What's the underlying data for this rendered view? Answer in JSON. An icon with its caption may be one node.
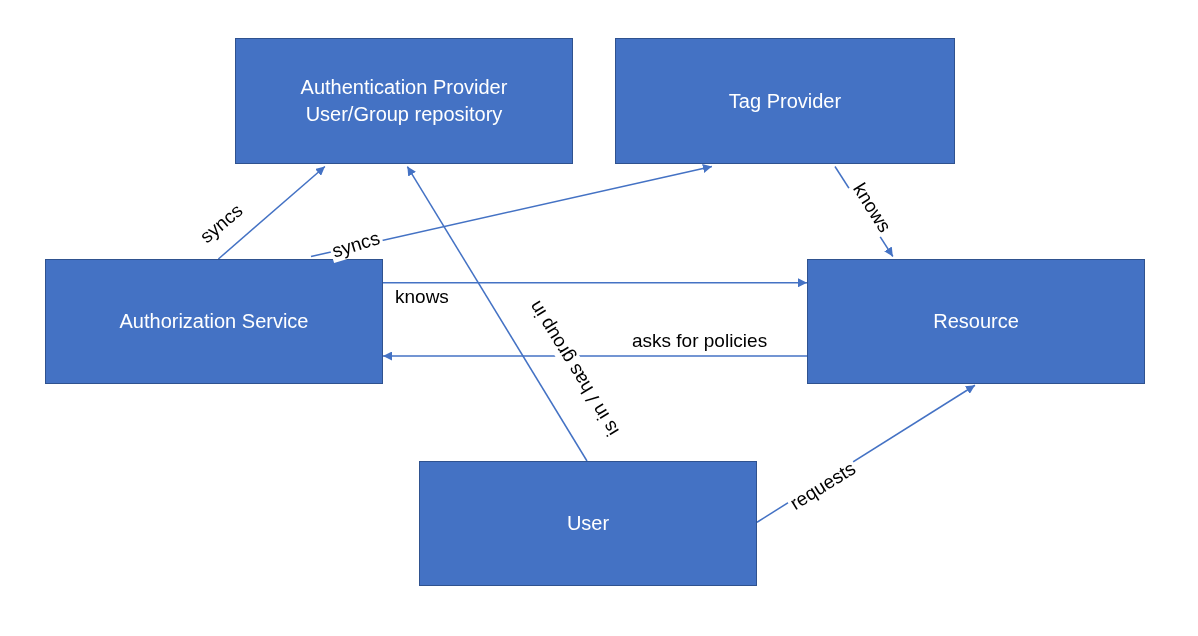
{
  "diagram": {
    "nodes": [
      {
        "text": [
          "Authentication Provider User/Group repository"
        ]
      },
      {
        "text": [
          "Tag Provider"
        ]
      },
      {
        "text": [
          "Authorization Service"
        ]
      },
      {
        "text": [
          "Resource"
        ]
      },
      {
        "text": [
          "User"
        ]
      }
    ],
    "edges": [
      {
        "from": 2,
        "to": 0,
        "arrow": "to",
        "label": "syncs"
      },
      {
        "from": 2,
        "to": 1,
        "arrow": "to",
        "label": "syncs"
      },
      {
        "from": 2,
        "to": 3,
        "arrow": "to",
        "label": "knows"
      },
      {
        "from": 3,
        "to": 2,
        "arrow": "to",
        "label": "asks for policies"
      },
      {
        "from": 1,
        "to": 3,
        "arrow": "to",
        "label": "knows"
      },
      {
        "from": 4,
        "to": 0,
        "arrow": "to",
        "label": "is in / has group in"
      },
      {
        "from": 4,
        "to": 3,
        "arrow": "to",
        "label": "requests"
      }
    ]
  }
}
